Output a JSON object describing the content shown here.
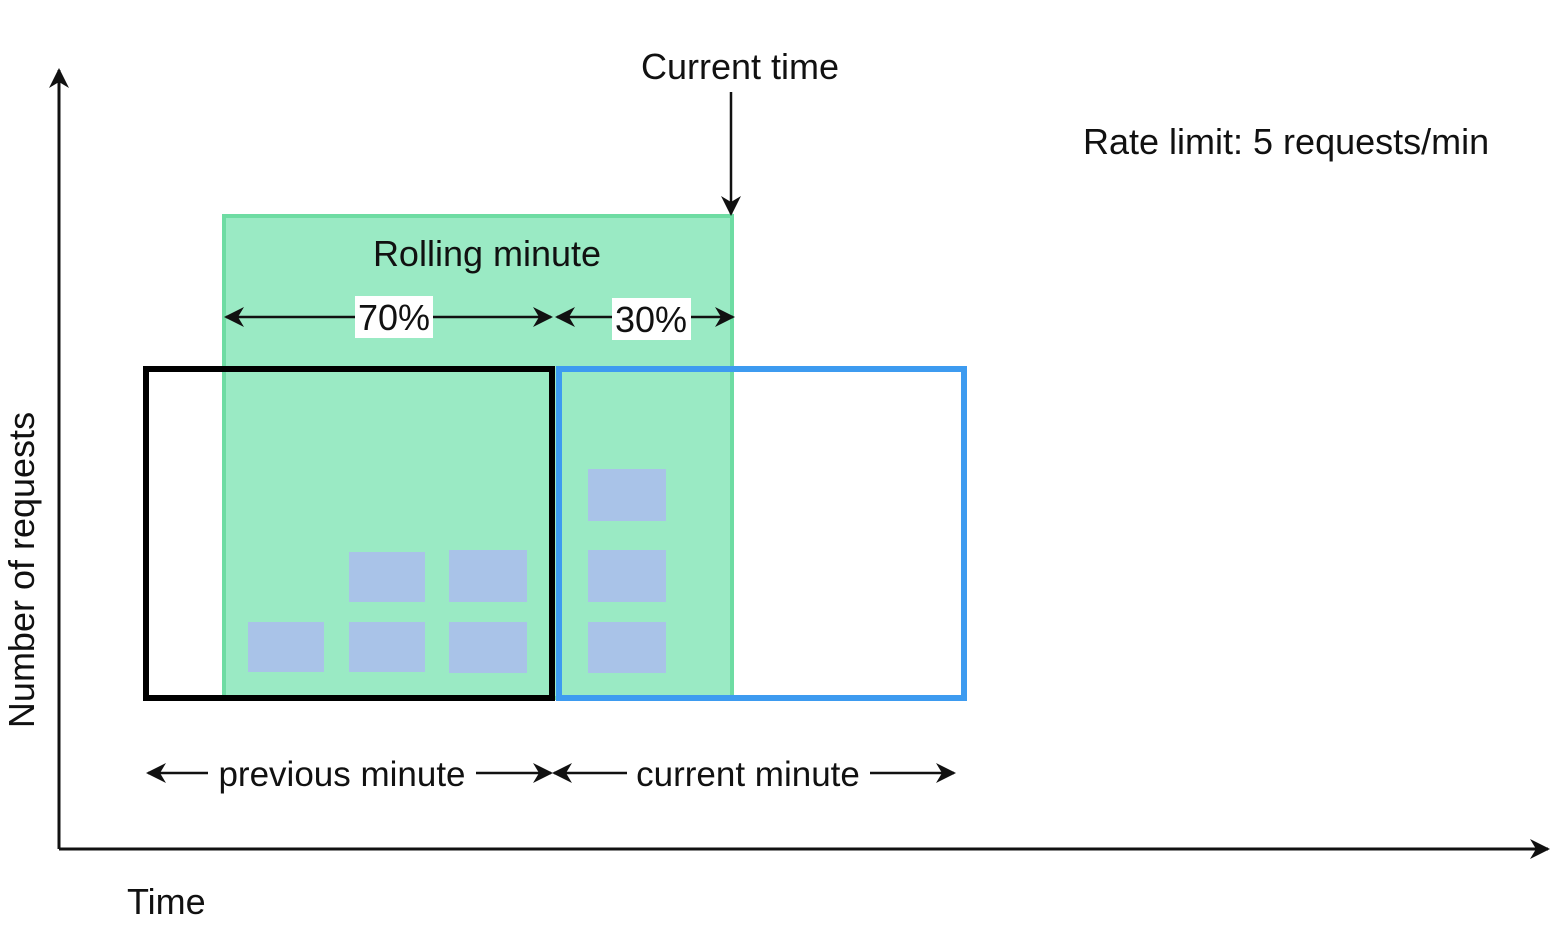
{
  "labels": {
    "current_time": "Current time",
    "rate_limit": "Rate limit: 5 requests/min",
    "rolling_minute": "Rolling minute",
    "pct_previous": "70%",
    "pct_current": "30%",
    "previous_minute": "previous minute",
    "current_minute": "current minute",
    "y_axis": "Number of requests",
    "x_axis": "Time"
  },
  "windows": {
    "previous_minute_requests": 5,
    "current_minute_requests": 3,
    "previous_share_percent": 70,
    "current_share_percent": 30
  },
  "colors": {
    "rolling_fill": "#9aeac4",
    "rolling_stroke": "#6edca3",
    "previous_border": "#000000",
    "current_border": "#3d9bf0",
    "request_block": "#a9c3e8",
    "axis": "#111111"
  }
}
